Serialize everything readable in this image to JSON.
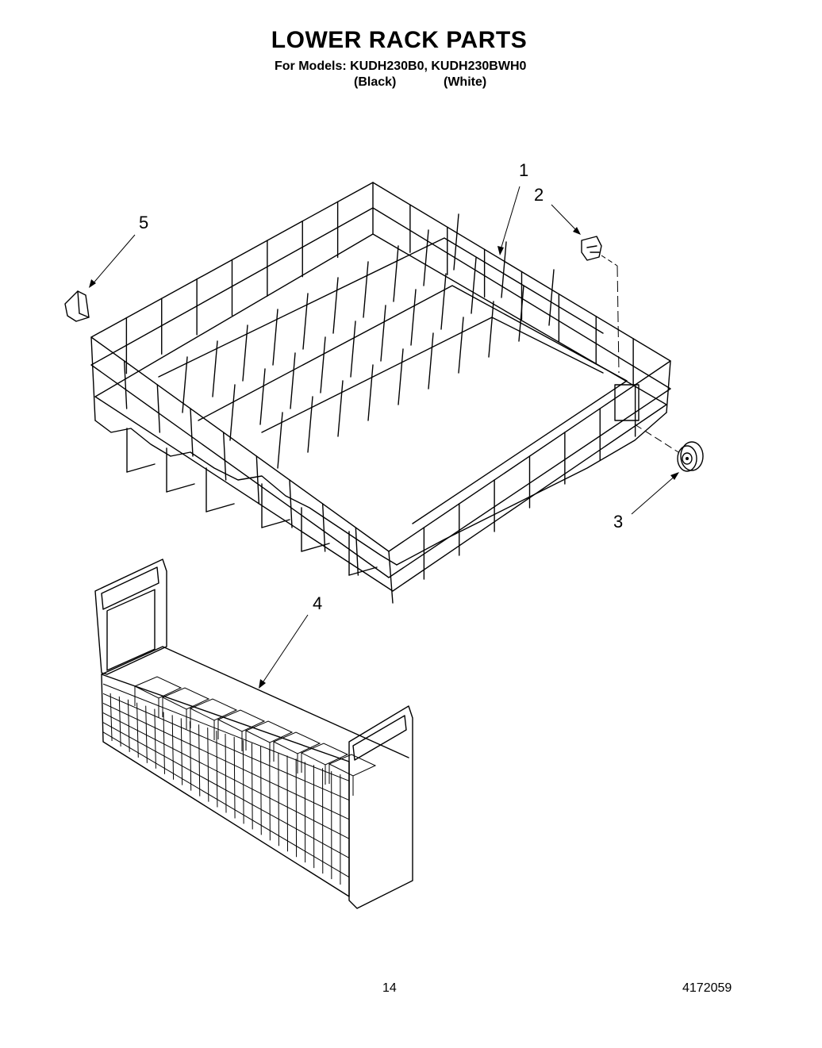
{
  "header": {
    "title": "LOWER RACK PARTS",
    "models": "For Models: KUDH230B0, KUDH230BWH0",
    "color_black": "(Black)",
    "color_white": "(White)"
  },
  "callouts": [
    "1",
    "2",
    "3",
    "4",
    "5"
  ],
  "footer": {
    "page": "14",
    "doc_number": "4172059"
  }
}
